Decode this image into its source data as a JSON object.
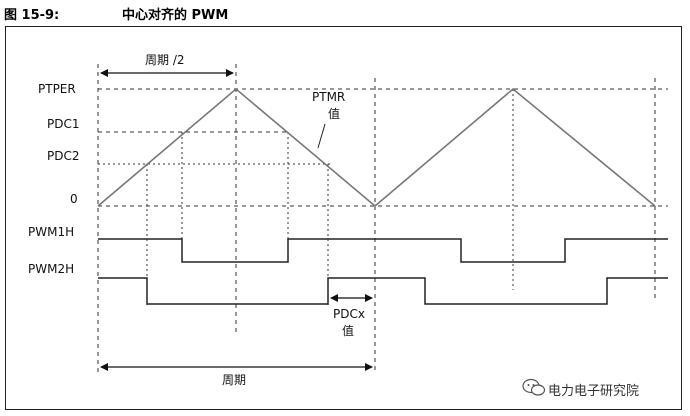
{
  "figure": {
    "number": "图 15-9:",
    "title": "中心对齐的 PWM"
  },
  "levels": {
    "ptper": "PTPER",
    "pdc1": "PDC1",
    "pdc2": "PDC2",
    "zero": "0"
  },
  "signals": {
    "pwm1h": "PWM1H",
    "pwm2h": "PWM2H"
  },
  "annotations": {
    "half_period": "周期 /2",
    "ptmr_line1": "PTMR",
    "ptmr_line2": "值",
    "pdcx_line1": "PDCx",
    "pdcx_line2": "值",
    "period": "周期"
  },
  "watermark": {
    "text": "电力电子研究院",
    "icon": "wechat-icon"
  }
}
